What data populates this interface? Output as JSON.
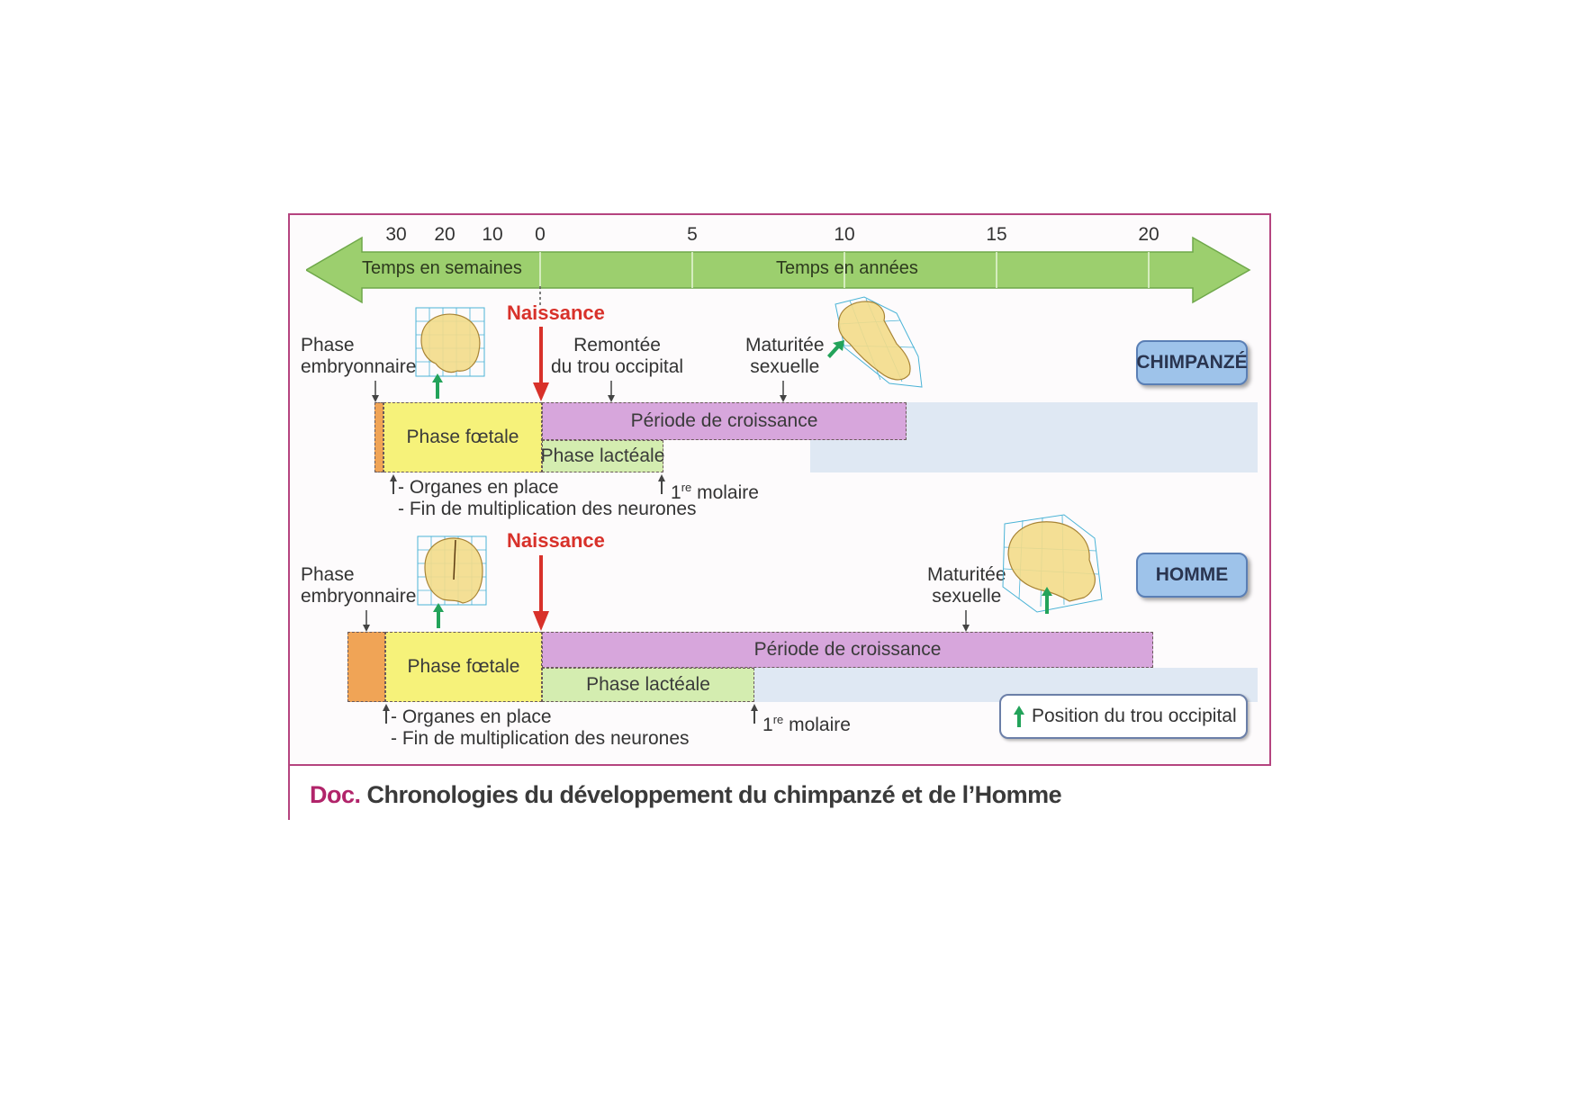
{
  "caption": {
    "prefix": "Doc.",
    "title": "Chronologies du développement du chimpanzé et de l’Homme"
  },
  "axis": {
    "weeks_label": "Temps en semaines",
    "years_label": "Temps en années",
    "week_ticks": [
      "30",
      "20",
      "10",
      "0"
    ],
    "year_ticks": [
      "5",
      "10",
      "15",
      "20"
    ],
    "colors": {
      "arrow": "#9ccf6e",
      "arrow_edge": "#6fa84a"
    }
  },
  "species": [
    {
      "name": "CHIMPANZÉ",
      "birth_label": "Naissance",
      "embryo_label_1": "Phase",
      "embryo_label_2": "embryonnaire",
      "foramen_label_1": "Remontée",
      "foramen_label_2": "du trou occipital",
      "maturity_label_1": "Maturitée",
      "maturity_label_2": "sexuelle",
      "foetal_label": "Phase fœtale",
      "growth_label": "Période de croissance",
      "lactation_label": "Phase lactéale",
      "organs_label": "- Organes en place",
      "neurons_label": "- Fin de multiplication des neurones",
      "molar_label_num": "1",
      "molar_label_sup": "re",
      "molar_label_text": " molaire",
      "timeline": {
        "embryo_weeks": 38,
        "foetal_weeks": 34,
        "growth_end_years": 10.5,
        "lactation_end_years": 4,
        "maturity_years": 7.5,
        "foramen_years": 2
      }
    },
    {
      "name": "HOMME",
      "birth_label": "Naissance",
      "embryo_label_1": "Phase",
      "embryo_label_2": "embryonnaire",
      "maturity_label_1": "Maturitée",
      "maturity_label_2": "sexuelle",
      "foetal_label": "Phase fœtale",
      "growth_label": "Période de croissance",
      "lactation_label": "Phase lactéale",
      "organs_label": "- Organes en place",
      "neurons_label": "- Fin de multiplication des neurones",
      "molar_label_num": "1",
      "molar_label_sup": "re",
      "molar_label_text": " molaire",
      "timeline": {
        "embryo_weeks": 40,
        "foetal_weeks": 32,
        "growth_end_years": 20,
        "lactation_end_years": 7,
        "maturity_years": 12.5
      }
    }
  ],
  "legend": {
    "label": "Position du trou occipital",
    "icon": "green-up-arrow"
  },
  "colors": {
    "embryo": "#f0a456",
    "foetal": "#f6f27a",
    "growth": "#d7a6dc",
    "lactation": "#d4edb0",
    "after": "#d7e4f0",
    "birth": "#d8312a",
    "species_box": "#9ec3ea",
    "frame": "#b5447f",
    "skull": "#f3dc8a",
    "grid": "#4ab3d6"
  }
}
